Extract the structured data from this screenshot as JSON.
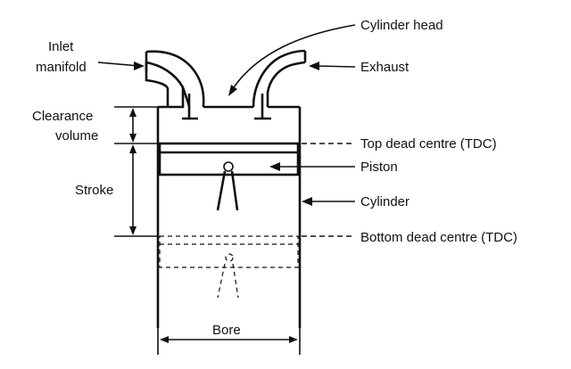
{
  "labels": {
    "cylinder_head": "Cylinder head",
    "inlet_line1": "Inlet",
    "inlet_line2": "manifold",
    "exhaust": "Exhaust",
    "clearance_line1": "Clearance",
    "clearance_line2": "volume",
    "tdc": "Top dead centre (TDC)",
    "piston": "Piston",
    "stroke": "Stroke",
    "cylinder": "Cylinder",
    "bdc": "Bottom dead centre (TDC)",
    "bore": "Bore"
  }
}
